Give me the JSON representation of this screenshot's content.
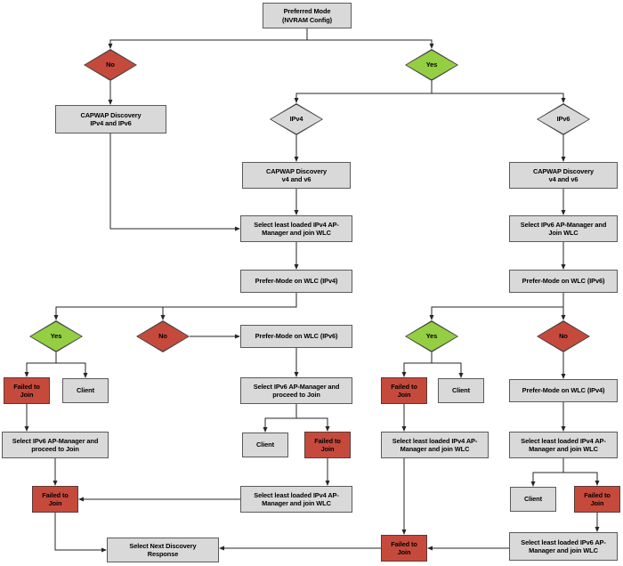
{
  "diagram": {
    "description": "CAPWAP AP discovery and join flowchart based on Preferred Mode (NVRAM Config)",
    "colors": {
      "background": "#ffffff",
      "box_fill": "#d9d9d9",
      "box_border": "#5a5a5a",
      "red_fill": "#c64a3c",
      "green_fill": "#94ce42",
      "line": "#262626"
    }
  },
  "nodes": [
    {
      "id": "preferred-mode",
      "type": "box",
      "color": "gray",
      "label": "Preferred Mode\n(NVRAM Config)"
    },
    {
      "id": "decision-no-1",
      "type": "diamond",
      "color": "red",
      "label": "No"
    },
    {
      "id": "decision-yes-1",
      "type": "diamond",
      "color": "green",
      "label": "Yes"
    },
    {
      "id": "capwap-discovery-dual",
      "type": "box",
      "color": "gray",
      "label": "CAPWAP Discovery\nIPv4 and IPv6"
    },
    {
      "id": "decision-ipv4",
      "type": "diamond",
      "color": "gray",
      "label": "IPv4"
    },
    {
      "id": "decision-ipv6",
      "type": "diamond",
      "color": "gray",
      "label": "IPv6"
    },
    {
      "id": "capwap-discovery-mid",
      "type": "box",
      "color": "gray",
      "label": "CAPWAP Discovery\nv4 and v6"
    },
    {
      "id": "capwap-discovery-right",
      "type": "box",
      "color": "gray",
      "label": "CAPWAP Discovery\nv4 and v6"
    },
    {
      "id": "select-ipv4-join-mid",
      "type": "box",
      "color": "gray",
      "label": "Select least loaded IPv4 AP-\nManager and join WLC"
    },
    {
      "id": "select-ipv6-join-right",
      "type": "box",
      "color": "gray",
      "label": "Select IPv6 AP-Manager and\nJoin WLC"
    },
    {
      "id": "prefer-mode-ipv4-mid",
      "type": "box",
      "color": "gray",
      "label": "Prefer-Mode on WLC (IPv4)"
    },
    {
      "id": "prefer-mode-ipv6-right",
      "type": "box",
      "color": "gray",
      "label": "Prefer-Mode on WLC (IPv6)"
    },
    {
      "id": "decision-yes-2",
      "type": "diamond",
      "color": "green",
      "label": "Yes"
    },
    {
      "id": "decision-no-2",
      "type": "diamond",
      "color": "red",
      "label": "No"
    },
    {
      "id": "prefer-mode-ipv6-mid",
      "type": "box",
      "color": "gray",
      "label": "Prefer-Mode on WLC (IPv6)"
    },
    {
      "id": "decision-yes-3",
      "type": "diamond",
      "color": "green",
      "label": "Yes"
    },
    {
      "id": "decision-no-3",
      "type": "diamond",
      "color": "red",
      "label": "No"
    },
    {
      "id": "failed-join-1",
      "type": "box",
      "color": "red",
      "label": "Failed to\nJoin"
    },
    {
      "id": "client-1",
      "type": "box",
      "color": "gray",
      "label": "Client"
    },
    {
      "id": "select-ipv6-proceed-mid",
      "type": "box",
      "color": "gray",
      "label": "Select IPv6 AP-Manager and\nproceed to Join"
    },
    {
      "id": "failed-join-2",
      "type": "box",
      "color": "red",
      "label": "Failed to\nJoin"
    },
    {
      "id": "client-2",
      "type": "box",
      "color": "gray",
      "label": "Client"
    },
    {
      "id": "prefer-mode-ipv4-right",
      "type": "box",
      "color": "gray",
      "label": "Prefer-Mode on WLC (IPv4)"
    },
    {
      "id": "select-ipv6-proceed-left",
      "type": "box",
      "color": "gray",
      "label": "Select IPv6 AP-Manager and\nproceed to Join"
    },
    {
      "id": "client-3",
      "type": "box",
      "color": "gray",
      "label": "Client"
    },
    {
      "id": "failed-join-3",
      "type": "box",
      "color": "red",
      "label": "Failed to\nJoin"
    },
    {
      "id": "select-ipv4-join-right",
      "type": "box",
      "color": "gray",
      "label": "Select least loaded IPv4 AP-\nManager and join WLC"
    },
    {
      "id": "select-ipv4-join-far-right",
      "type": "box",
      "color": "gray",
      "label": "Select least loaded IPv4 AP-\nManager and join WLC"
    },
    {
      "id": "failed-join-4",
      "type": "box",
      "color": "red",
      "label": "Failed to\nJoin"
    },
    {
      "id": "select-ipv4-join-mid-2",
      "type": "box",
      "color": "gray",
      "label": "Select least loaded IPv4 AP-\nManager and join WLC"
    },
    {
      "id": "client-4",
      "type": "box",
      "color": "gray",
      "label": "Client"
    },
    {
      "id": "failed-join-5",
      "type": "box",
      "color": "red",
      "label": "Failed to\nJoin"
    },
    {
      "id": "select-next-discovery",
      "type": "box",
      "color": "gray",
      "label": "Select Next Discovery\nResponse"
    },
    {
      "id": "failed-join-6",
      "type": "box",
      "color": "red",
      "label": "Failed to\nJoin"
    },
    {
      "id": "select-ipv6-join-bottom",
      "type": "box",
      "color": "gray",
      "label": "Select least loaded IPv6 AP-\nManager and join WLC"
    }
  ],
  "edges": [
    {
      "from": "preferred-mode",
      "to": "decision-no-1"
    },
    {
      "from": "preferred-mode",
      "to": "decision-yes-1"
    },
    {
      "from": "decision-no-1",
      "to": "capwap-discovery-dual"
    },
    {
      "from": "capwap-discovery-dual",
      "to": "select-ipv4-join-mid"
    },
    {
      "from": "decision-yes-1",
      "to": "decision-ipv4"
    },
    {
      "from": "decision-yes-1",
      "to": "decision-ipv6"
    },
    {
      "from": "decision-ipv4",
      "to": "capwap-discovery-mid"
    },
    {
      "from": "capwap-discovery-mid",
      "to": "select-ipv4-join-mid"
    },
    {
      "from": "select-ipv4-join-mid",
      "to": "prefer-mode-ipv4-mid"
    },
    {
      "from": "decision-ipv6",
      "to": "capwap-discovery-right"
    },
    {
      "from": "capwap-discovery-right",
      "to": "select-ipv6-join-right"
    },
    {
      "from": "select-ipv6-join-right",
      "to": "prefer-mode-ipv6-right"
    },
    {
      "from": "prefer-mode-ipv4-mid",
      "to": "decision-yes-2"
    },
    {
      "from": "prefer-mode-ipv4-mid",
      "to": "decision-no-2"
    },
    {
      "from": "decision-yes-2",
      "to": "failed-join-1"
    },
    {
      "from": "decision-yes-2",
      "to": "client-1"
    },
    {
      "from": "decision-no-2",
      "to": "prefer-mode-ipv6-mid"
    },
    {
      "from": "prefer-mode-ipv6-mid",
      "to": "select-ipv6-proceed-mid"
    },
    {
      "from": "select-ipv6-proceed-mid",
      "to": "client-3"
    },
    {
      "from": "select-ipv6-proceed-mid",
      "to": "failed-join-3"
    },
    {
      "from": "failed-join-1",
      "to": "select-ipv6-proceed-left"
    },
    {
      "from": "select-ipv6-proceed-left",
      "to": "failed-join-4"
    },
    {
      "from": "failed-join-3",
      "to": "select-ipv4-join-mid-2"
    },
    {
      "from": "select-ipv4-join-mid-2",
      "to": "failed-join-4"
    },
    {
      "from": "failed-join-4",
      "to": "select-next-discovery"
    },
    {
      "from": "prefer-mode-ipv6-right",
      "to": "decision-yes-3"
    },
    {
      "from": "prefer-mode-ipv6-right",
      "to": "decision-no-3"
    },
    {
      "from": "decision-yes-3",
      "to": "failed-join-2"
    },
    {
      "from": "decision-yes-3",
      "to": "client-2"
    },
    {
      "from": "decision-no-3",
      "to": "prefer-mode-ipv4-right"
    },
    {
      "from": "prefer-mode-ipv4-right",
      "to": "select-ipv4-join-far-right"
    },
    {
      "from": "select-ipv4-join-far-right",
      "to": "client-4"
    },
    {
      "from": "select-ipv4-join-far-right",
      "to": "failed-join-5"
    },
    {
      "from": "failed-join-2",
      "to": "select-ipv4-join-right"
    },
    {
      "from": "select-ipv4-join-right",
      "to": "failed-join-6"
    },
    {
      "from": "failed-join-5",
      "to": "select-ipv6-join-bottom"
    },
    {
      "from": "select-ipv6-join-bottom",
      "to": "failed-join-6"
    },
    {
      "from": "failed-join-6",
      "to": "select-next-discovery"
    }
  ]
}
